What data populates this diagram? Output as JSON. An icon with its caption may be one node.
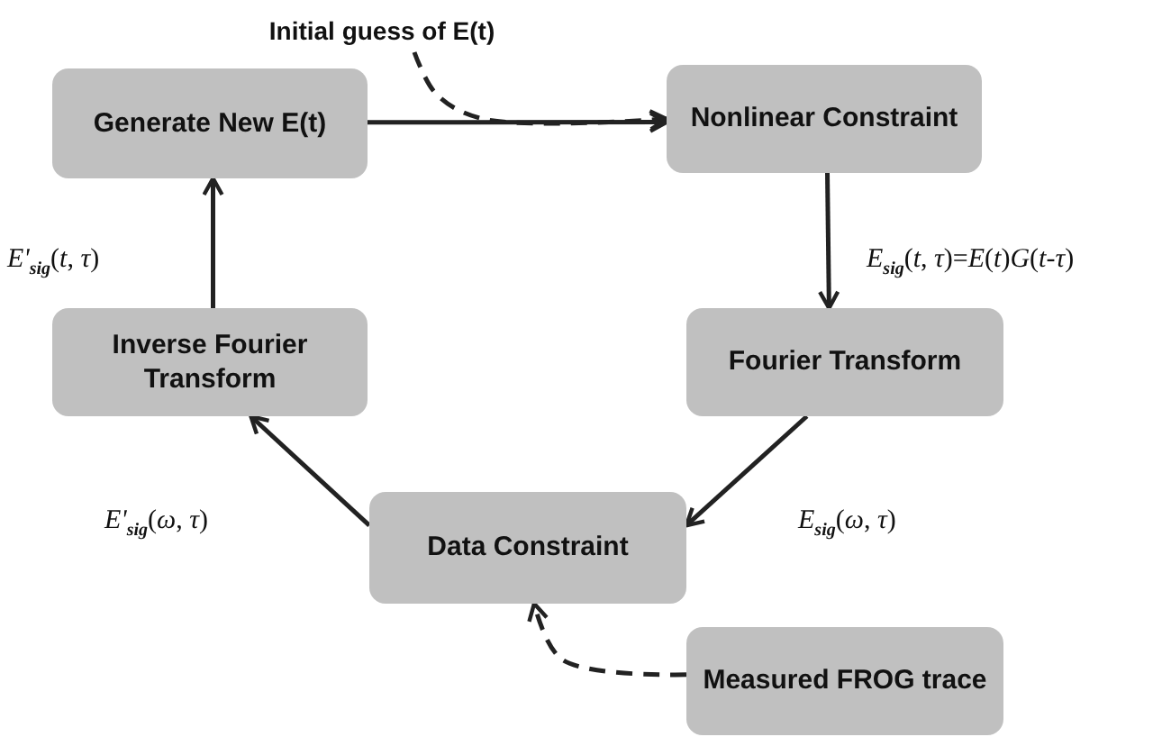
{
  "diagram": {
    "nodes": [
      {
        "text": [
          "Initial guess of E(t)"
        ]
      },
      {
        "text": [
          "Generate New E(t)"
        ]
      },
      {
        "text": [
          "Nonlinear Constraint"
        ]
      },
      {
        "text": [
          "Fourier Transform"
        ]
      },
      {
        "text": [
          "Inverse Fourier Transform"
        ]
      },
      {
        "text": [
          "Data Constraint"
        ]
      },
      {
        "text": [
          "Measured FROG trace"
        ]
      }
    ],
    "edges": [
      {
        "from": 0,
        "to": 2,
        "arrow": "to",
        "style": "dashed"
      },
      {
        "from": 1,
        "to": 2,
        "arrow": "to"
      },
      {
        "from": 2,
        "to": 3,
        "arrow": "to",
        "label": "*E*$_{sig}$(*t*,  *τ*)=*E*(*t*)*G*(*t*-*τ*)"
      },
      {
        "from": 3,
        "to": 5,
        "arrow": "to",
        "label": "*E*$_{sig}$(*ω*,  *τ*)"
      },
      {
        "from": 5,
        "to": 4,
        "arrow": "to",
        "label": "*E'*$_{sig}$(*ω*,  *τ*)"
      },
      {
        "from": 4,
        "to": 1,
        "arrow": "to",
        "label": "*E'*$_{sig}$(*t*,  *τ*)"
      },
      {
        "from": 6,
        "to": 5,
        "arrow": "to",
        "style": "dashed"
      }
    ]
  }
}
